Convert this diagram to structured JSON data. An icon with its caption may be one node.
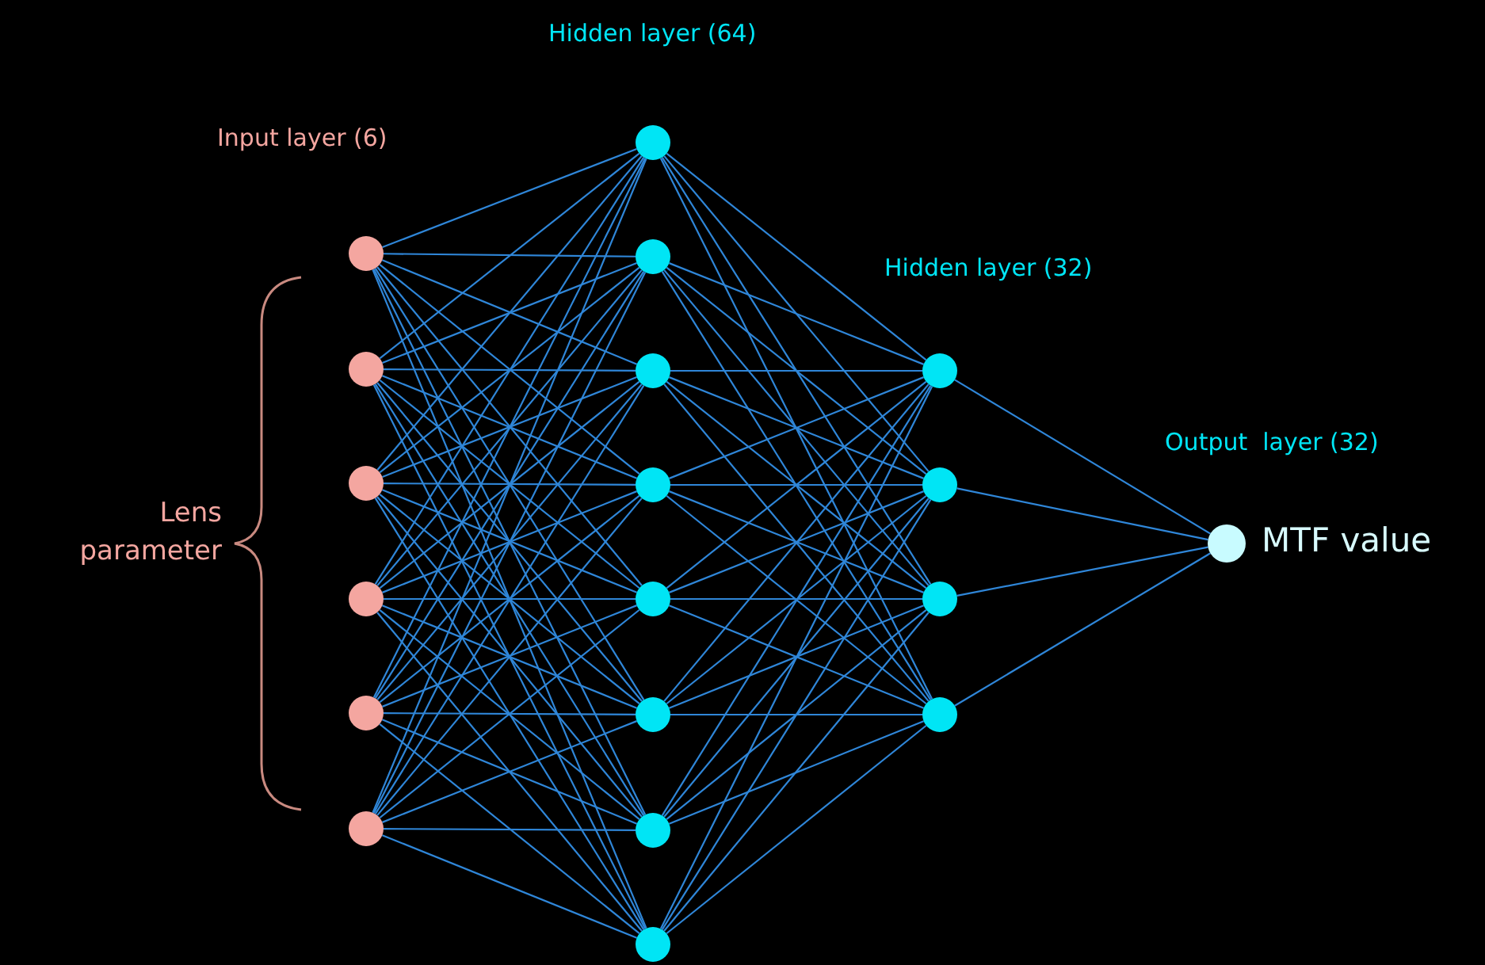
{
  "diagram": {
    "nodes": [
      {
        "text": [],
        "shape": "circle"
      },
      {
        "text": [],
        "shape": "circle"
      },
      {
        "text": [],
        "shape": "circle"
      },
      {
        "text": [],
        "shape": "circle"
      },
      {
        "text": [],
        "shape": "circle"
      },
      {
        "text": [],
        "shape": "circle"
      },
      {
        "text": [],
        "shape": "circle"
      },
      {
        "text": [],
        "shape": "circle"
      },
      {
        "text": [],
        "shape": "circle"
      },
      {
        "text": [],
        "shape": "circle"
      },
      {
        "text": [],
        "shape": "circle"
      },
      {
        "text": [],
        "shape": "circle"
      },
      {
        "text": [],
        "shape": "circle"
      },
      {
        "text": [],
        "shape": "circle"
      },
      {
        "text": [],
        "shape": "circle"
      },
      {
        "text": [],
        "shape": "circle"
      },
      {
        "text": [],
        "shape": "circle"
      },
      {
        "text": [],
        "shape": "circle"
      },
      {
        "text": [],
        "shape": "circle",
        "beside": [
          "MTF value"
        ]
      }
    ],
    "edges": [
      {
        "from": 0,
        "to": 6,
        "arrow": "none"
      },
      {
        "from": 0,
        "to": 7,
        "arrow": "none"
      },
      {
        "from": 0,
        "to": 8,
        "arrow": "none"
      },
      {
        "from": 0,
        "to": 9,
        "arrow": "none"
      },
      {
        "from": 0,
        "to": 10,
        "arrow": "none"
      },
      {
        "from": 0,
        "to": 11,
        "arrow": "none"
      },
      {
        "from": 0,
        "to": 12,
        "arrow": "none"
      },
      {
        "from": 0,
        "to": 13,
        "arrow": "none"
      },
      {
        "from": 1,
        "to": 6,
        "arrow": "none"
      },
      {
        "from": 1,
        "to": 7,
        "arrow": "none"
      },
      {
        "from": 1,
        "to": 8,
        "arrow": "none"
      },
      {
        "from": 1,
        "to": 9,
        "arrow": "none"
      },
      {
        "from": 1,
        "to": 10,
        "arrow": "none"
      },
      {
        "from": 1,
        "to": 11,
        "arrow": "none"
      },
      {
        "from": 1,
        "to": 12,
        "arrow": "none"
      },
      {
        "from": 1,
        "to": 13,
        "arrow": "none"
      },
      {
        "from": 2,
        "to": 6,
        "arrow": "none"
      },
      {
        "from": 2,
        "to": 7,
        "arrow": "none"
      },
      {
        "from": 2,
        "to": 8,
        "arrow": "none"
      },
      {
        "from": 2,
        "to": 9,
        "arrow": "none"
      },
      {
        "from": 2,
        "to": 10,
        "arrow": "none"
      },
      {
        "from": 2,
        "to": 11,
        "arrow": "none"
      },
      {
        "from": 2,
        "to": 12,
        "arrow": "none"
      },
      {
        "from": 2,
        "to": 13,
        "arrow": "none"
      },
      {
        "from": 3,
        "to": 6,
        "arrow": "none"
      },
      {
        "from": 3,
        "to": 7,
        "arrow": "none"
      },
      {
        "from": 3,
        "to": 8,
        "arrow": "none"
      },
      {
        "from": 3,
        "to": 9,
        "arrow": "none"
      },
      {
        "from": 3,
        "to": 10,
        "arrow": "none"
      },
      {
        "from": 3,
        "to": 11,
        "arrow": "none"
      },
      {
        "from": 3,
        "to": 12,
        "arrow": "none"
      },
      {
        "from": 3,
        "to": 13,
        "arrow": "none"
      },
      {
        "from": 4,
        "to": 6,
        "arrow": "none"
      },
      {
        "from": 4,
        "to": 7,
        "arrow": "none"
      },
      {
        "from": 4,
        "to": 8,
        "arrow": "none"
      },
      {
        "from": 4,
        "to": 9,
        "arrow": "none"
      },
      {
        "from": 4,
        "to": 10,
        "arrow": "none"
      },
      {
        "from": 4,
        "to": 11,
        "arrow": "none"
      },
      {
        "from": 4,
        "to": 12,
        "arrow": "none"
      },
      {
        "from": 4,
        "to": 13,
        "arrow": "none"
      },
      {
        "from": 5,
        "to": 6,
        "arrow": "none"
      },
      {
        "from": 5,
        "to": 7,
        "arrow": "none"
      },
      {
        "from": 5,
        "to": 8,
        "arrow": "none"
      },
      {
        "from": 5,
        "to": 9,
        "arrow": "none"
      },
      {
        "from": 5,
        "to": 10,
        "arrow": "none"
      },
      {
        "from": 5,
        "to": 11,
        "arrow": "none"
      },
      {
        "from": 5,
        "to": 12,
        "arrow": "none"
      },
      {
        "from": 5,
        "to": 13,
        "arrow": "none"
      },
      {
        "from": 6,
        "to": 14,
        "arrow": "none"
      },
      {
        "from": 6,
        "to": 15,
        "arrow": "none"
      },
      {
        "from": 6,
        "to": 16,
        "arrow": "none"
      },
      {
        "from": 6,
        "to": 17,
        "arrow": "none"
      },
      {
        "from": 7,
        "to": 14,
        "arrow": "none"
      },
      {
        "from": 7,
        "to": 15,
        "arrow": "none"
      },
      {
        "from": 7,
        "to": 16,
        "arrow": "none"
      },
      {
        "from": 7,
        "to": 17,
        "arrow": "none"
      },
      {
        "from": 8,
        "to": 14,
        "arrow": "none"
      },
      {
        "from": 8,
        "to": 15,
        "arrow": "none"
      },
      {
        "from": 8,
        "to": 16,
        "arrow": "none"
      },
      {
        "from": 8,
        "to": 17,
        "arrow": "none"
      },
      {
        "from": 9,
        "to": 14,
        "arrow": "none"
      },
      {
        "from": 9,
        "to": 15,
        "arrow": "none"
      },
      {
        "from": 9,
        "to": 16,
        "arrow": "none"
      },
      {
        "from": 9,
        "to": 17,
        "arrow": "none"
      },
      {
        "from": 10,
        "to": 14,
        "arrow": "none"
      },
      {
        "from": 10,
        "to": 15,
        "arrow": "none"
      },
      {
        "from": 10,
        "to": 16,
        "arrow": "none"
      },
      {
        "from": 10,
        "to": 17,
        "arrow": "none"
      },
      {
        "from": 11,
        "to": 14,
        "arrow": "none"
      },
      {
        "from": 11,
        "to": 15,
        "arrow": "none"
      },
      {
        "from": 11,
        "to": 16,
        "arrow": "none"
      },
      {
        "from": 11,
        "to": 17,
        "arrow": "none"
      },
      {
        "from": 12,
        "to": 14,
        "arrow": "none"
      },
      {
        "from": 12,
        "to": 15,
        "arrow": "none"
      },
      {
        "from": 12,
        "to": 16,
        "arrow": "none"
      },
      {
        "from": 12,
        "to": 17,
        "arrow": "none"
      },
      {
        "from": 13,
        "to": 14,
        "arrow": "none"
      },
      {
        "from": 13,
        "to": 15,
        "arrow": "none"
      },
      {
        "from": 13,
        "to": 16,
        "arrow": "none"
      },
      {
        "from": 13,
        "to": 17,
        "arrow": "none"
      },
      {
        "from": 14,
        "to": 18,
        "arrow": "none"
      },
      {
        "from": 15,
        "to": 18,
        "arrow": "none"
      },
      {
        "from": 16,
        "to": 18,
        "arrow": "none"
      },
      {
        "from": 17,
        "to": 18,
        "arrow": "none"
      }
    ],
    "labels": [
      "Hidden layer (64)",
      "Input layer (6)",
      "Hidden layer (32)",
      "Output  layer (32)",
      "Lens parameter"
    ]
  }
}
